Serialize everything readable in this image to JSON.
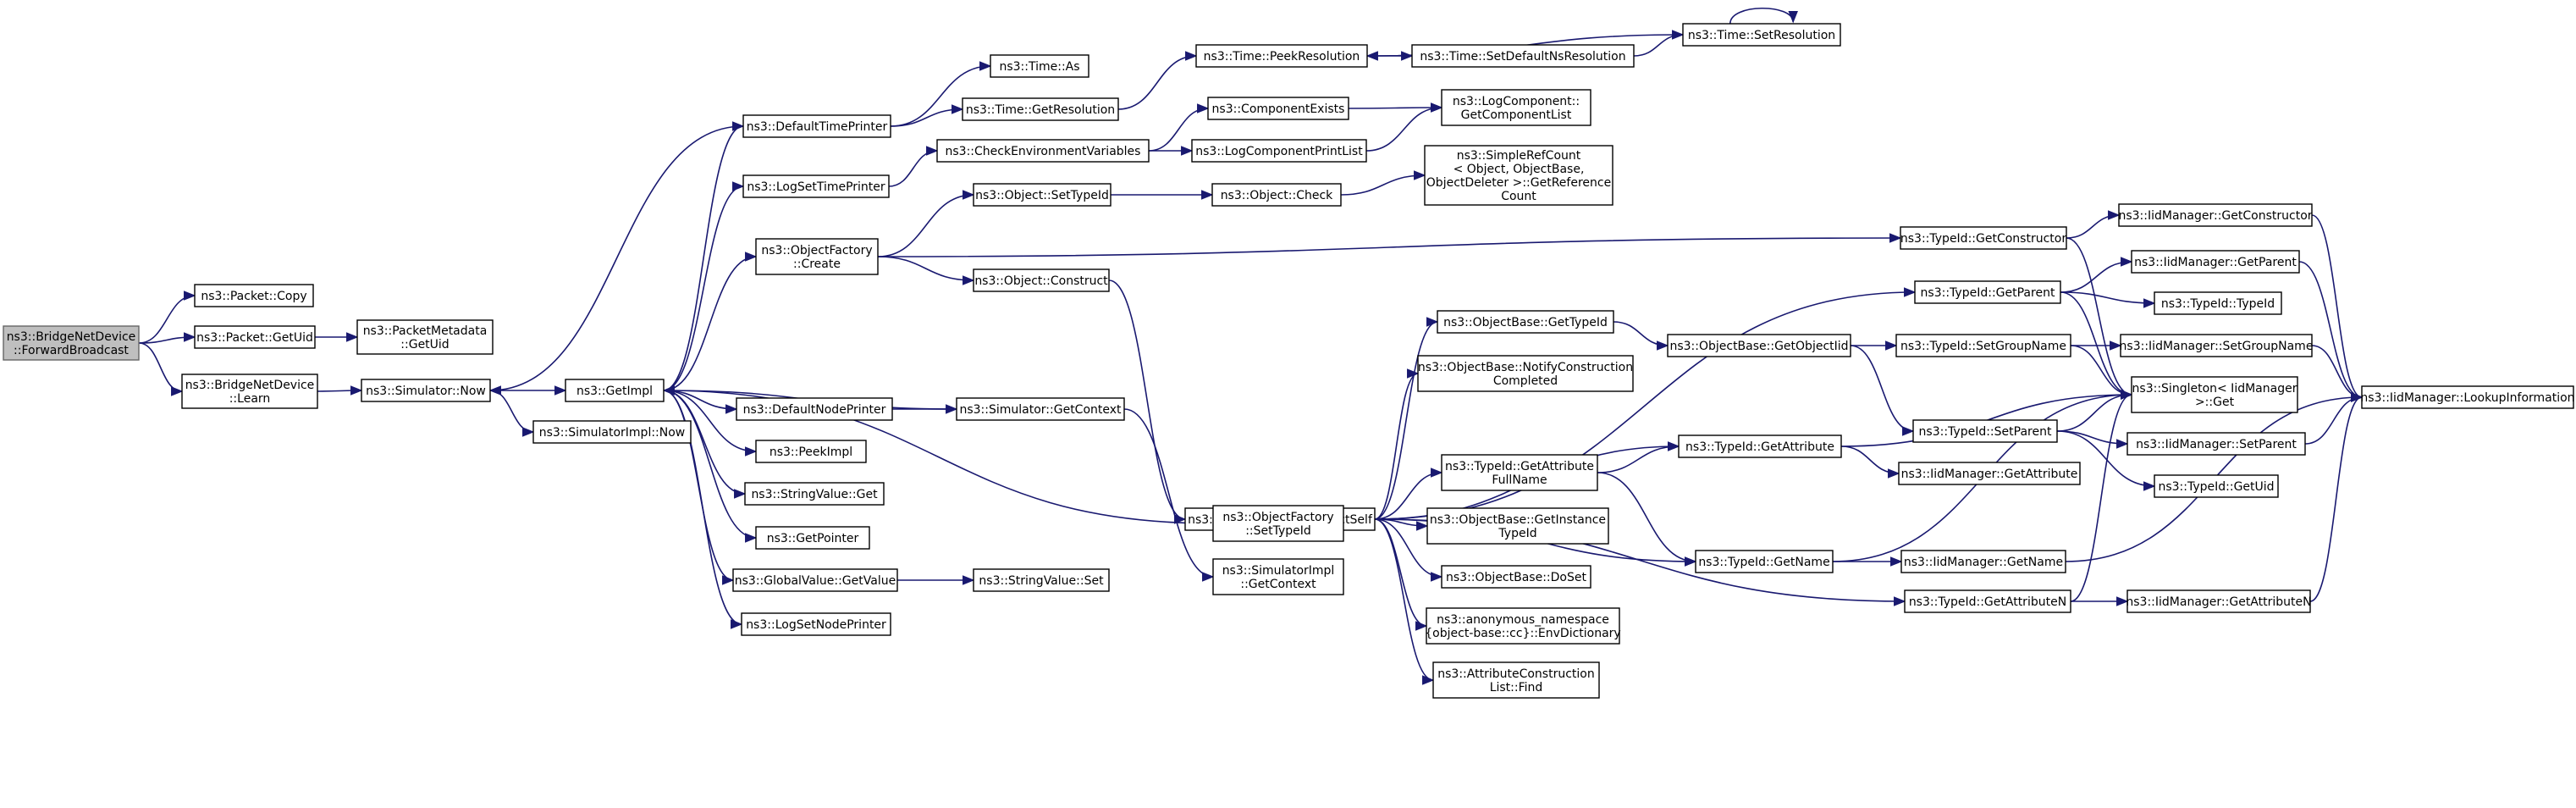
{
  "colors": {
    "edge": "#191970",
    "node_border": "#000000",
    "root_fill": "#bfbfbf",
    "node_fill": "#ffffff"
  },
  "nodes": [
    {
      "id": "fwd",
      "lines": [
        "ns3::BridgeNetDevice",
        "::ForwardBroadcast"
      ]
    },
    {
      "id": "pcopy",
      "lines": [
        "ns3::Packet::Copy"
      ]
    },
    {
      "id": "pgetuid",
      "lines": [
        "ns3::Packet::GetUid"
      ]
    },
    {
      "id": "learn",
      "lines": [
        "ns3::BridgeNetDevice",
        "::Learn"
      ]
    },
    {
      "id": "pmguid",
      "lines": [
        "ns3::PacketMetadata",
        "::GetUid"
      ]
    },
    {
      "id": "simnow",
      "lines": [
        "ns3::Simulator::Now"
      ]
    },
    {
      "id": "simimplnow",
      "lines": [
        "ns3::SimulatorImpl::Now"
      ]
    },
    {
      "id": "getimpl",
      "lines": [
        "ns3::GetImpl"
      ]
    },
    {
      "id": "deftp",
      "lines": [
        "ns3::DefaultTimePrinter"
      ]
    },
    {
      "id": "logstp",
      "lines": [
        "ns3::LogSetTimePrinter"
      ]
    },
    {
      "id": "ofcreate",
      "lines": [
        "ns3::ObjectFactory",
        "::Create"
      ]
    },
    {
      "id": "defnp",
      "lines": [
        "ns3::DefaultNodePrinter"
      ]
    },
    {
      "id": "peekimpl",
      "lines": [
        "ns3::PeekImpl"
      ]
    },
    {
      "id": "svget",
      "lines": [
        "ns3::StringValue::Get"
      ]
    },
    {
      "id": "getptr",
      "lines": [
        "ns3::GetPointer"
      ]
    },
    {
      "id": "gvget",
      "lines": [
        "ns3::GlobalValue::GetValue"
      ]
    },
    {
      "id": "logsnp",
      "lines": [
        "ns3::LogSetNodePrinter"
      ]
    },
    {
      "id": "timeas",
      "lines": [
        "ns3::Time::As"
      ]
    },
    {
      "id": "timegetres",
      "lines": [
        "ns3::Time::GetResolution"
      ]
    },
    {
      "id": "checkenv",
      "lines": [
        "ns3::CheckEnvironmentVariables"
      ]
    },
    {
      "id": "objsettid",
      "lines": [
        "ns3::Object::SetTypeId"
      ]
    },
    {
      "id": "objconstruct",
      "lines": [
        "ns3::Object::Construct"
      ]
    },
    {
      "id": "simgetctx",
      "lines": [
        "ns3::Simulator::GetContext"
      ]
    },
    {
      "id": "svset",
      "lines": [
        "ns3::StringValue::Set"
      ]
    },
    {
      "id": "timepeekres",
      "lines": [
        "ns3::Time::PeekResolution"
      ]
    },
    {
      "id": "compexists",
      "lines": [
        "ns3::ComponentExists"
      ]
    },
    {
      "id": "logcpl",
      "lines": [
        "ns3::LogComponentPrintList"
      ]
    },
    {
      "id": "objcheck",
      "lines": [
        "ns3::Object::Check"
      ]
    },
    {
      "id": "obconstructself",
      "lines": [
        "ns3::ObjectBase::ConstructSelf"
      ]
    },
    {
      "id": "ofsettid",
      "lines": [
        "ns3::ObjectFactory",
        "::SetTypeId"
      ]
    },
    {
      "id": "simimplgetctx",
      "lines": [
        "ns3::SimulatorImpl",
        "::GetContext"
      ]
    },
    {
      "id": "timesetdef",
      "lines": [
        "ns3::Time::SetDefaultNsResolution"
      ]
    },
    {
      "id": "timesetres",
      "lines": [
        "ns3::Time::SetResolution"
      ]
    },
    {
      "id": "lcgetlist",
      "lines": [
        "ns3::LogComponent::",
        "GetComponentList"
      ]
    },
    {
      "id": "srcount",
      "lines": [
        "ns3::SimpleRefCount",
        "< Object, ObjectBase,",
        "ObjectDeleter >::GetReference",
        "Count"
      ]
    },
    {
      "id": "obgettid",
      "lines": [
        "ns3::ObjectBase::GetTypeId"
      ]
    },
    {
      "id": "obnotify",
      "lines": [
        "ns3::ObjectBase::NotifyConstruction",
        "Completed"
      ]
    },
    {
      "id": "tidgetattrfull",
      "lines": [
        "ns3::TypeId::GetAttribute",
        "FullName"
      ]
    },
    {
      "id": "obgetinst",
      "lines": [
        "ns3::ObjectBase::GetInstance",
        "TypeId"
      ]
    },
    {
      "id": "obdoset",
      "lines": [
        "ns3::ObjectBase::DoSet"
      ]
    },
    {
      "id": "envdict",
      "lines": [
        "ns3::anonymous_namespace",
        "{object-base::cc}::EnvDictionary"
      ]
    },
    {
      "id": "acfind",
      "lines": [
        "ns3::AttributeConstruction",
        "List::Find"
      ]
    },
    {
      "id": "obgetoiid",
      "lines": [
        "ns3::ObjectBase::GetObjectIid"
      ]
    },
    {
      "id": "tidgetattr",
      "lines": [
        "ns3::TypeId::GetAttribute"
      ]
    },
    {
      "id": "tidgetname",
      "lines": [
        "ns3::TypeId::GetName"
      ]
    },
    {
      "id": "tidgetattrn",
      "lines": [
        "ns3::TypeId::GetAttributeN"
      ]
    },
    {
      "id": "tidgetctor",
      "lines": [
        "ns3::TypeId::GetConstructor"
      ]
    },
    {
      "id": "tidgetparent",
      "lines": [
        "ns3::TypeId::GetParent"
      ]
    },
    {
      "id": "tidsetgroup",
      "lines": [
        "ns3::TypeId::SetGroupName"
      ]
    },
    {
      "id": "tidsetparent",
      "lines": [
        "ns3::TypeId::SetParent"
      ]
    },
    {
      "id": "singleton",
      "lines": [
        "ns3::Singleton< IidManager",
        ">::Get"
      ]
    },
    {
      "id": "iidgetctor",
      "lines": [
        "ns3::IidManager::GetConstructor"
      ]
    },
    {
      "id": "iidgetparent",
      "lines": [
        "ns3::IidManager::GetParent"
      ]
    },
    {
      "id": "tidtypeid",
      "lines": [
        "ns3::TypeId::TypeId"
      ]
    },
    {
      "id": "iidsetgroup",
      "lines": [
        "ns3::IidManager::SetGroupName"
      ]
    },
    {
      "id": "iidsetparent",
      "lines": [
        "ns3::IidManager::SetParent"
      ]
    },
    {
      "id": "tidgetuid",
      "lines": [
        "ns3::TypeId::GetUid"
      ]
    },
    {
      "id": "iidgetattr",
      "lines": [
        "ns3::IidManager::GetAttribute"
      ]
    },
    {
      "id": "iidgetname",
      "lines": [
        "ns3::IidManager::GetName"
      ]
    },
    {
      "id": "iidgetattrn",
      "lines": [
        "ns3::IidManager::GetAttributeN"
      ]
    },
    {
      "id": "iidlookup",
      "lines": [
        "ns3::IidManager::LookupInformation"
      ]
    }
  ],
  "edges": [
    {
      "from": "fwd",
      "to": "pcopy"
    },
    {
      "from": "fwd",
      "to": "pgetuid"
    },
    {
      "from": "fwd",
      "to": "learn"
    },
    {
      "from": "pgetuid",
      "to": "pmguid"
    },
    {
      "from": "learn",
      "to": "simnow"
    },
    {
      "from": "simnow",
      "to": "getimpl"
    },
    {
      "from": "simnow",
      "to": "simimplnow"
    },
    {
      "from": "getimpl",
      "to": "deftp"
    },
    {
      "from": "getimpl",
      "to": "logstp"
    },
    {
      "from": "getimpl",
      "to": "ofcreate"
    },
    {
      "from": "getimpl",
      "to": "defnp"
    },
    {
      "from": "getimpl",
      "to": "peekimpl"
    },
    {
      "from": "getimpl",
      "to": "svget"
    },
    {
      "from": "getimpl",
      "to": "getptr"
    },
    {
      "from": "getimpl",
      "to": "gvget"
    },
    {
      "from": "getimpl",
      "to": "logsnp"
    },
    {
      "from": "getimpl",
      "to": "ofsettid"
    },
    {
      "from": "deftp",
      "to": "simnow"
    },
    {
      "from": "deftp",
      "to": "timeas"
    },
    {
      "from": "deftp",
      "to": "timegetres"
    },
    {
      "from": "logstp",
      "to": "checkenv"
    },
    {
      "from": "ofcreate",
      "to": "objsettid"
    },
    {
      "from": "ofcreate",
      "to": "objconstruct"
    },
    {
      "from": "ofcreate",
      "to": "tidgetctor"
    },
    {
      "from": "defnp",
      "to": "simgetctx"
    },
    {
      "from": "simgetctx",
      "to": "getimpl"
    },
    {
      "from": "simgetctx",
      "to": "simimplgetctx"
    },
    {
      "from": "gvget",
      "to": "svset"
    },
    {
      "from": "timegetres",
      "to": "timepeekres"
    },
    {
      "from": "checkenv",
      "to": "compexists"
    },
    {
      "from": "checkenv",
      "to": "logcpl"
    },
    {
      "from": "objsettid",
      "to": "objcheck"
    },
    {
      "from": "objconstruct",
      "to": "obconstructself"
    },
    {
      "from": "timepeekres",
      "to": "timesetdef"
    },
    {
      "from": "timesetdef",
      "to": "timesetres"
    },
    {
      "from": "timesetres",
      "to": "timepeekres"
    },
    {
      "from": "timesetres",
      "to": "timesetres"
    },
    {
      "from": "compexists",
      "to": "lcgetlist"
    },
    {
      "from": "logcpl",
      "to": "lcgetlist"
    },
    {
      "from": "objcheck",
      "to": "srcount"
    },
    {
      "from": "obconstructself",
      "to": "obgettid"
    },
    {
      "from": "obconstructself",
      "to": "obnotify"
    },
    {
      "from": "obconstructself",
      "to": "tidgetattrfull"
    },
    {
      "from": "obconstructself",
      "to": "obgetinst"
    },
    {
      "from": "obconstructself",
      "to": "obdoset"
    },
    {
      "from": "obconstructself",
      "to": "envdict"
    },
    {
      "from": "obconstructself",
      "to": "acfind"
    },
    {
      "from": "obconstructself",
      "to": "tidgetparent"
    },
    {
      "from": "obconstructself",
      "to": "tidgetattr"
    },
    {
      "from": "obconstructself",
      "to": "tidgetname"
    },
    {
      "from": "obconstructself",
      "to": "tidgetattrn"
    },
    {
      "from": "obgettid",
      "to": "obgetoiid"
    },
    {
      "from": "obgetoiid",
      "to": "tidsetgroup"
    },
    {
      "from": "obgetoiid",
      "to": "tidsetparent"
    },
    {
      "from": "tidgetattrfull",
      "to": "tidgetattr"
    },
    {
      "from": "tidgetattrfull",
      "to": "tidgetname"
    },
    {
      "from": "tidgetattr",
      "to": "singleton"
    },
    {
      "from": "tidgetattr",
      "to": "iidgetattr"
    },
    {
      "from": "tidgetname",
      "to": "singleton"
    },
    {
      "from": "tidgetname",
      "to": "iidgetname"
    },
    {
      "from": "tidgetattrn",
      "to": "singleton"
    },
    {
      "from": "tidgetattrn",
      "to": "iidgetattrn"
    },
    {
      "from": "tidgetctor",
      "to": "iidgetctor"
    },
    {
      "from": "tidgetctor",
      "to": "singleton"
    },
    {
      "from": "tidgetparent",
      "to": "iidgetparent"
    },
    {
      "from": "tidgetparent",
      "to": "tidtypeid"
    },
    {
      "from": "tidgetparent",
      "to": "singleton"
    },
    {
      "from": "tidsetgroup",
      "to": "iidsetgroup"
    },
    {
      "from": "tidsetgroup",
      "to": "singleton"
    },
    {
      "from": "tidsetparent",
      "to": "singleton"
    },
    {
      "from": "tidsetparent",
      "to": "iidsetparent"
    },
    {
      "from": "tidsetparent",
      "to": "tidgetuid"
    },
    {
      "from": "iidgetctor",
      "to": "iidlookup"
    },
    {
      "from": "iidgetparent",
      "to": "iidlookup"
    },
    {
      "from": "iidsetgroup",
      "to": "iidlookup"
    },
    {
      "from": "iidsetparent",
      "to": "iidlookup"
    },
    {
      "from": "iidgetname",
      "to": "iidlookup"
    },
    {
      "from": "iidgetattrn",
      "to": "iidlookup"
    }
  ]
}
